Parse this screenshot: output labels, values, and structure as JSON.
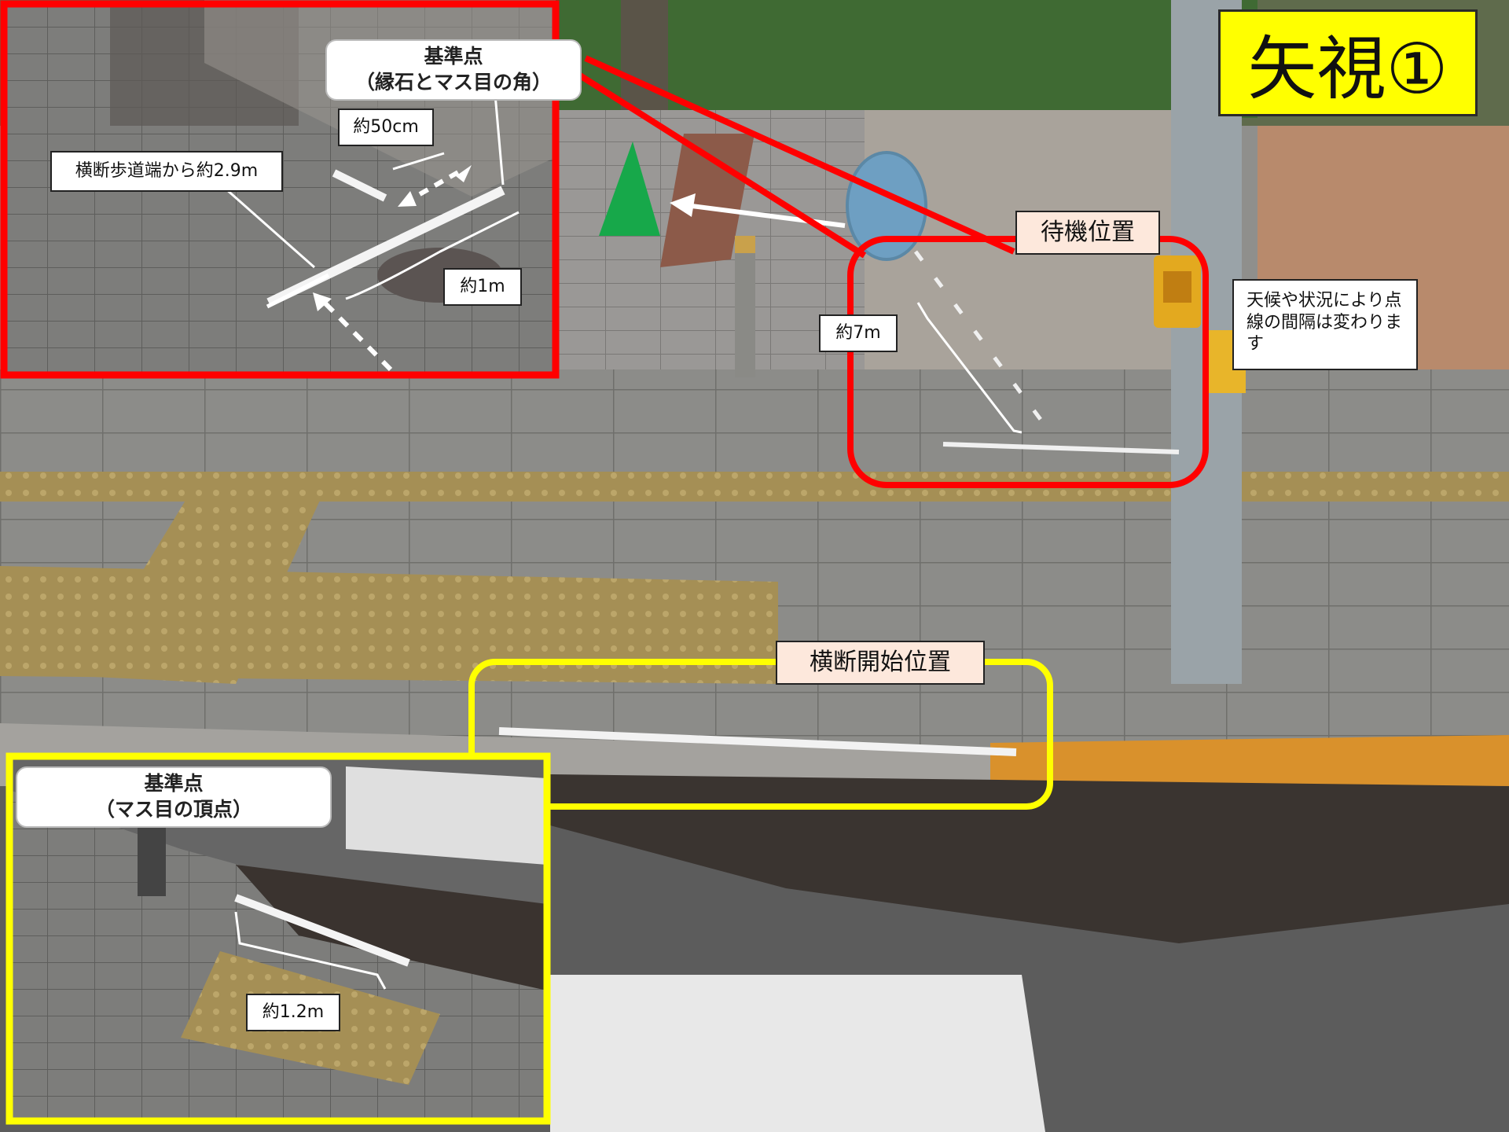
{
  "title": "矢視①",
  "labels": {
    "waiting_position": "待機位置",
    "crossing_start_position": "横断開始位置",
    "approx_7m": "約7m",
    "weather_note": "天候や状況により点線の間隔は変わります"
  },
  "inset_top": {
    "reference_point_title": "基準点",
    "reference_point_sub": "（縁石とマス目の角）",
    "approx_50cm": "約50cm",
    "approx_2_9m": "横断歩道端から約2.9m",
    "approx_1m": "約1m"
  },
  "inset_bottom": {
    "reference_point_title": "基準点",
    "reference_point_sub": "（マス目の頂点）",
    "approx_1_2m": "約1.2m"
  },
  "colors": {
    "red_frame": "#ff0000",
    "yellow_frame": "#ffff00",
    "title_bg": "#ffff00",
    "green_cone": "#17a84a",
    "tactile_paving": "#a58f55",
    "curb_orange": "#d9912c"
  }
}
